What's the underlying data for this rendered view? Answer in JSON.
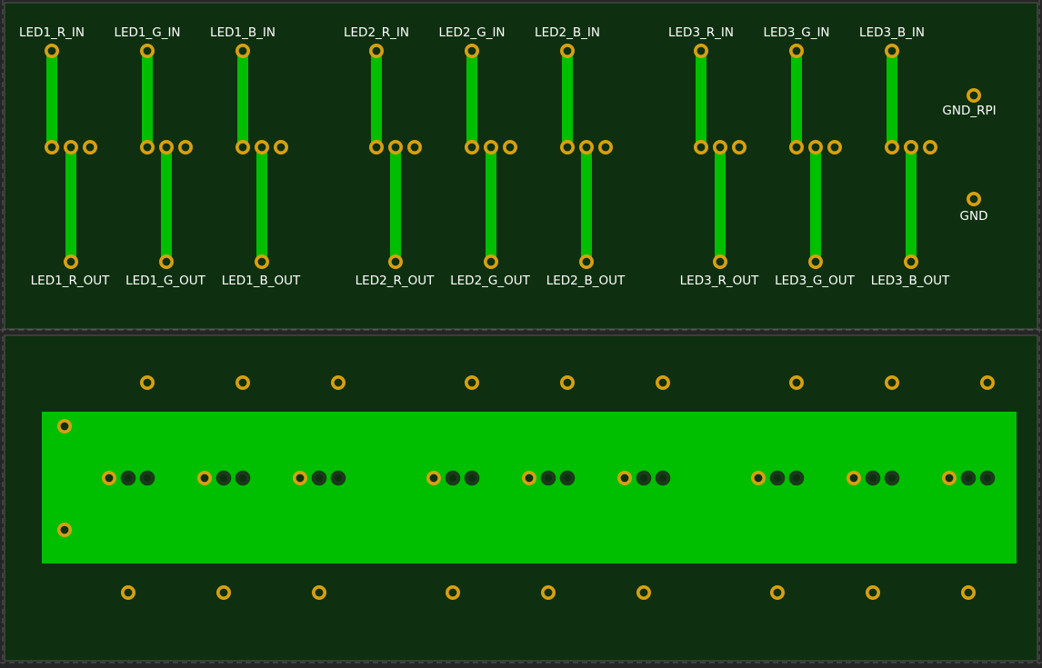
{
  "colors": {
    "background": "#262626",
    "board": "#0f3010",
    "copper": "#00bf00",
    "pad_ring": "#d9a00e",
    "pad_hole": "#0f3010",
    "dark_pad_ring": "#1a3a1a",
    "label": "#ffffff"
  },
  "top_board": {
    "labels_in": [
      "LED1_R_IN",
      "LED1_G_IN",
      "LED1_B_IN",
      "LED2_R_IN",
      "LED2_G_IN",
      "LED2_B_IN",
      "LED3_R_IN",
      "LED3_G_IN",
      "LED3_B_IN"
    ],
    "labels_out": [
      "LED1_R_OUT",
      "LED1_G_OUT",
      "LED1_B_OUT",
      "LED2_R_OUT",
      "LED2_G_OUT",
      "LED2_B_OUT",
      "LED3_R_OUT",
      "LED3_G_OUT",
      "LED3_B_OUT"
    ],
    "ground_labels": [
      "GND_RPI",
      "GND"
    ]
  }
}
